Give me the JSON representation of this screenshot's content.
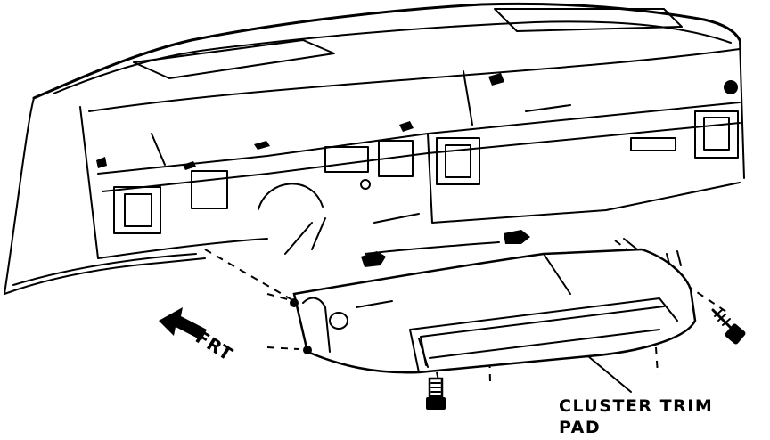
{
  "labels": {
    "direction": "FRT",
    "callout_line1": "CLUSTER TRIM",
    "callout_line2": "PAD"
  },
  "colors": {
    "ink": "#000000",
    "paper": "#ffffff"
  }
}
